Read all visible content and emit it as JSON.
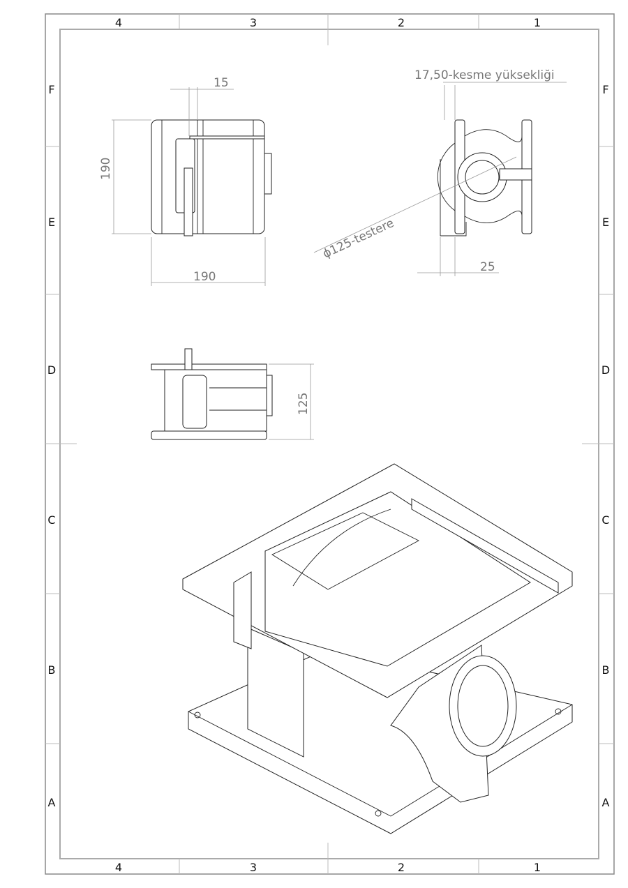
{
  "sheet": {
    "columns": [
      "4",
      "3",
      "2",
      "1"
    ],
    "rows": [
      "F",
      "E",
      "D",
      "C",
      "B",
      "A"
    ]
  },
  "dimensions": {
    "front_offset": "15",
    "front_height": "190",
    "front_width": "190",
    "cut_height": "17,50-kesme yüksekliği",
    "blade_diameter": "ϕ125-testere",
    "side_offset": "25",
    "top_height": "125"
  }
}
